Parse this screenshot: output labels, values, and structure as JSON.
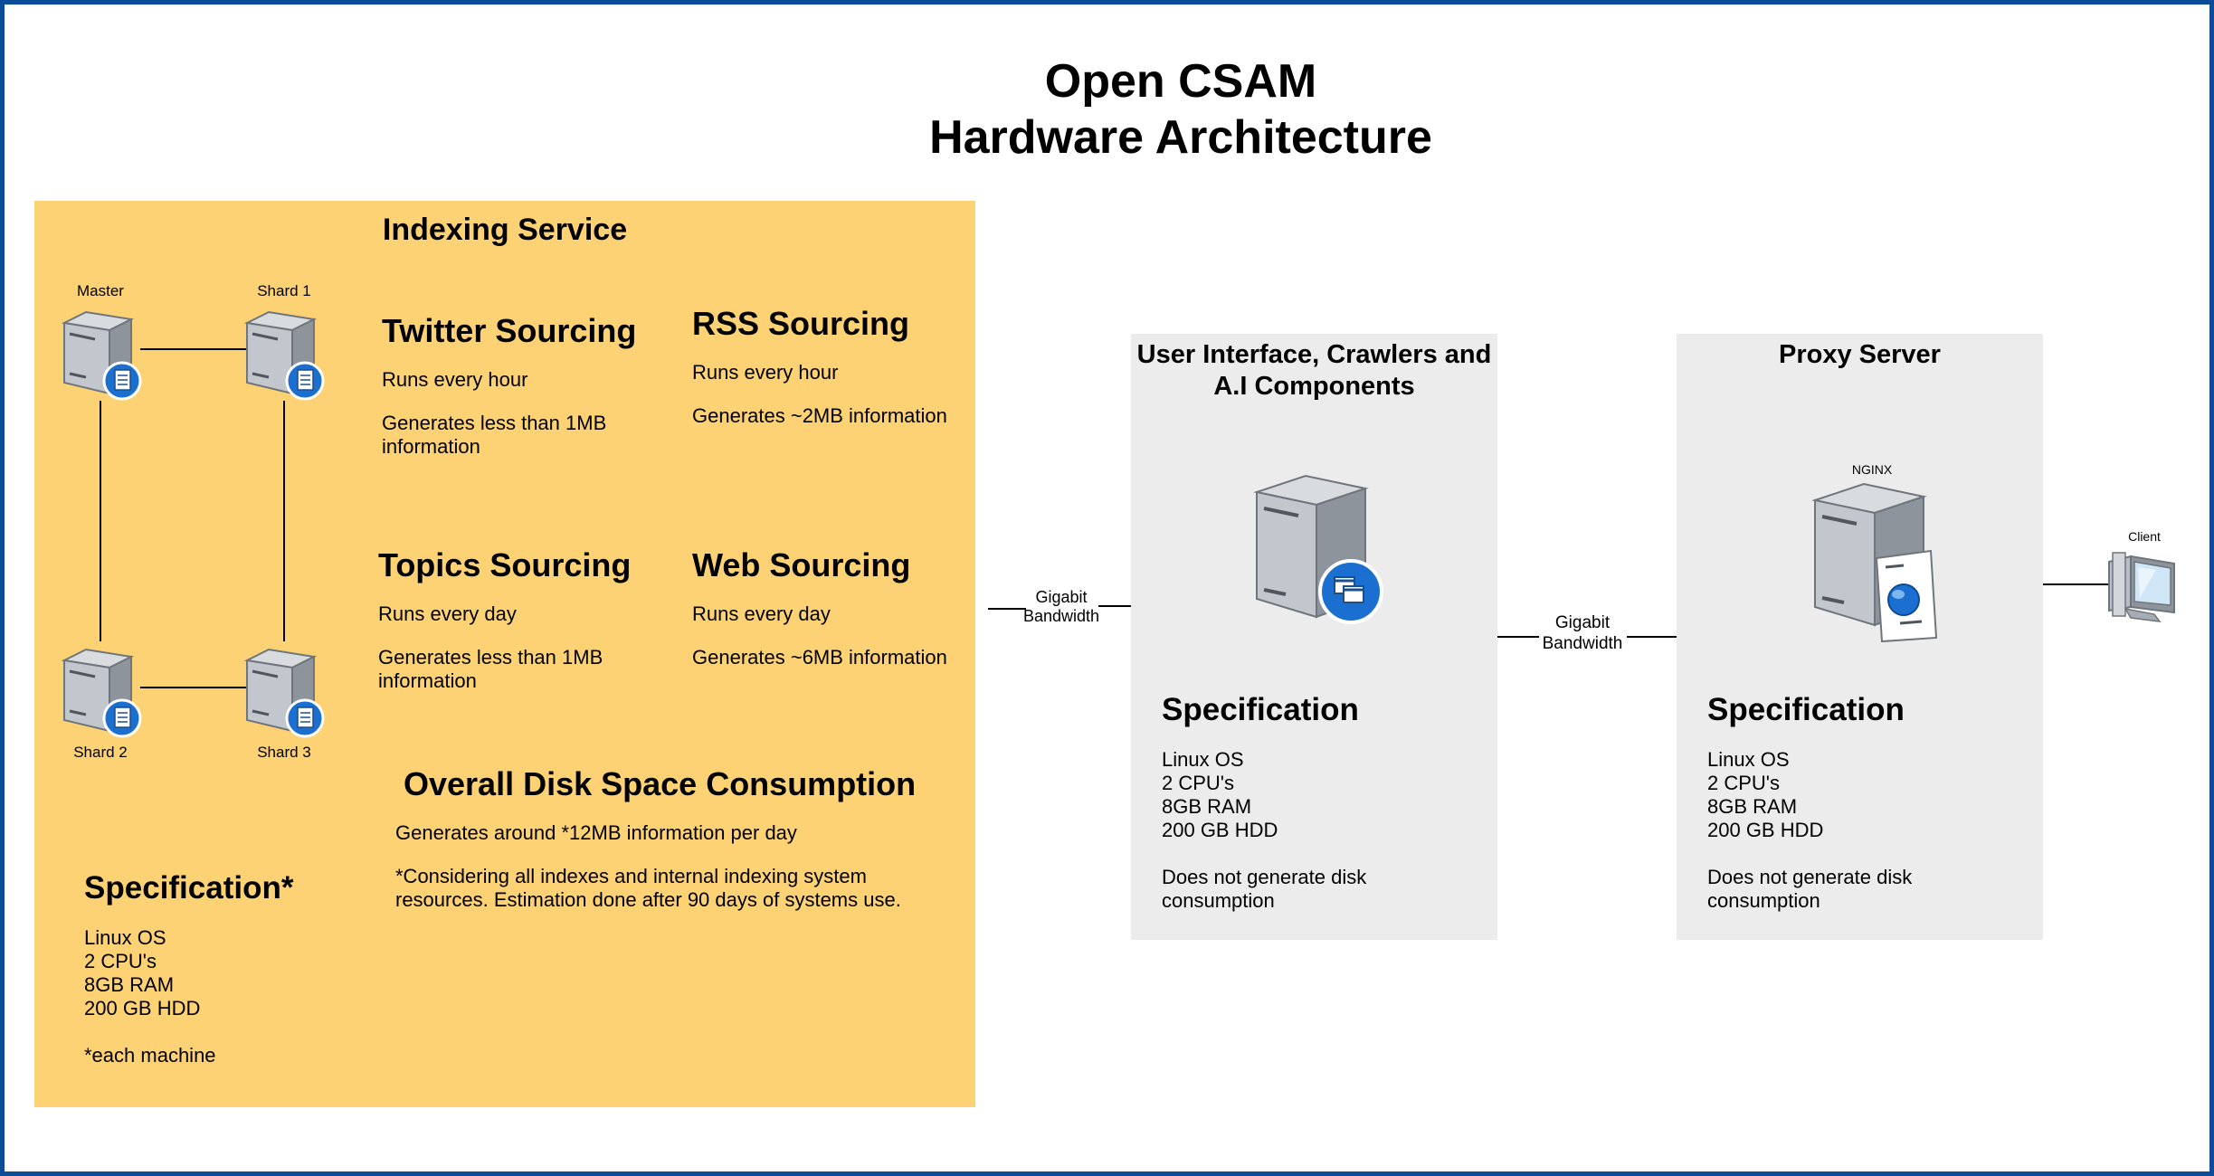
{
  "diagram": {
    "title_line1": "Open CSAM",
    "title_line2": "Hardware Architecture",
    "indexing": {
      "title": "Indexing Service",
      "nodes": {
        "master": "Master",
        "shard1": "Shard 1",
        "shard2": "Shard 2",
        "shard3": "Shard 3"
      },
      "twitter": {
        "title": "Twitter Sourcing",
        "freq": "Runs every hour",
        "size": "Generates less than 1MB information"
      },
      "rss": {
        "title": "RSS Sourcing",
        "freq": "Runs every hour",
        "size": "Generates ~2MB information"
      },
      "topics": {
        "title": "Topics Sourcing",
        "freq": "Runs every day",
        "size": "Generates less than 1MB information"
      },
      "web": {
        "title": "Web Sourcing",
        "freq": "Runs every day",
        "size": "Generates ~6MB information"
      },
      "disk": {
        "title": "Overall Disk Space Consumption",
        "line1": "Generates around *12MB information per day",
        "line2": "*Considering all indexes and internal indexing system resources. Estimation done after 90 days of systems use."
      },
      "spec": {
        "title": "Specification*",
        "os": "Linux OS",
        "cpu": "2 CPU's",
        "ram": "8GB RAM",
        "hdd": "200 GB HDD",
        "note": "*each machine"
      }
    },
    "link1": "Gigabit Bandwidth",
    "ui_server": {
      "title": "User Interface, Crawlers and A.I Components",
      "spec_title": "Specification",
      "os": "Linux OS",
      "cpu": "2 CPU's",
      "ram": "8GB RAM",
      "hdd": "200 GB HDD",
      "note": "Does not generate disk consumption"
    },
    "link2": "Gigabit Bandwidth",
    "proxy": {
      "title": "Proxy Server",
      "label": "NGINX",
      "spec_title": "Specification",
      "os": "Linux OS",
      "cpu": "2 CPU's",
      "ram": "8GB RAM",
      "hdd": "200 GB HDD",
      "note": "Does not generate disk consumption"
    },
    "client": "Client",
    "colors": {
      "border": "#0b4c98",
      "indexing_panel": "#fdd274",
      "server_panel": "#ececec",
      "badge": "#1a6fd1"
    },
    "icons": [
      "server-document-icon",
      "server-windows-icon",
      "server-web-icon",
      "client-computer-icon"
    ]
  }
}
